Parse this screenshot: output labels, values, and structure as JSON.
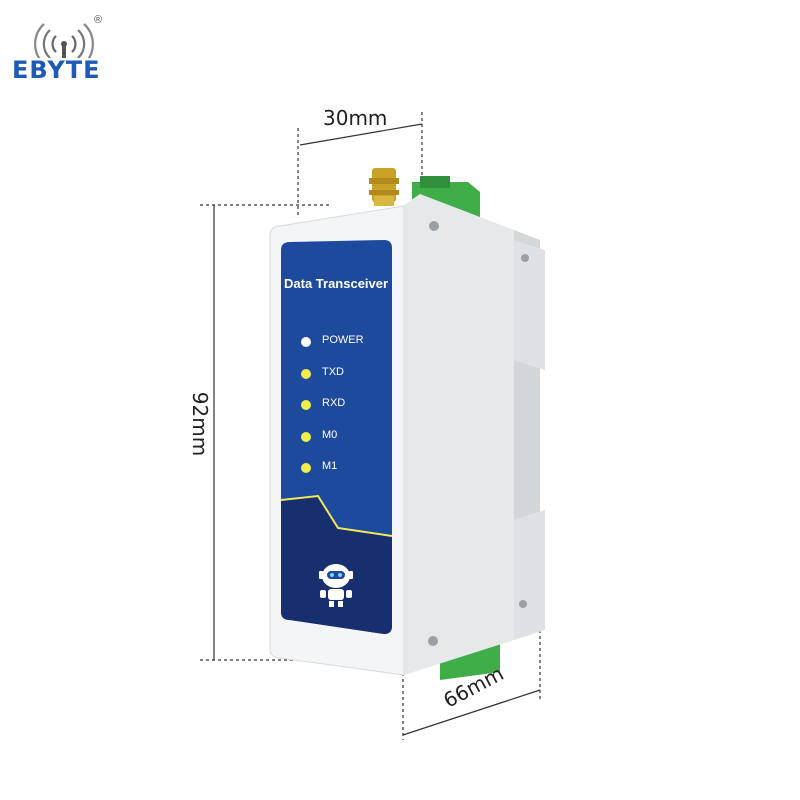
{
  "brand": {
    "name": "EBYTE",
    "registered_mark": "®",
    "color": "#1e5bb8"
  },
  "dimensions": {
    "width": "30mm",
    "height": "92mm",
    "depth": "66mm"
  },
  "device": {
    "panel_title": "Data Transceiver",
    "panel_color": "#1e4a9e",
    "accent_color": "#f2e85a",
    "indicators": [
      {
        "label": "POWER",
        "color": "#ffffff"
      },
      {
        "label": "TXD",
        "color": "#f2ee4a"
      },
      {
        "label": "RXD",
        "color": "#f2ee4a"
      },
      {
        "label": "M0",
        "color": "#f2ee4a"
      },
      {
        "label": "M1",
        "color": "#f2ee4a"
      }
    ],
    "mascot_icon": "robot-icon",
    "connector_color": "#3fae49",
    "antenna_color": "#c9a227"
  }
}
